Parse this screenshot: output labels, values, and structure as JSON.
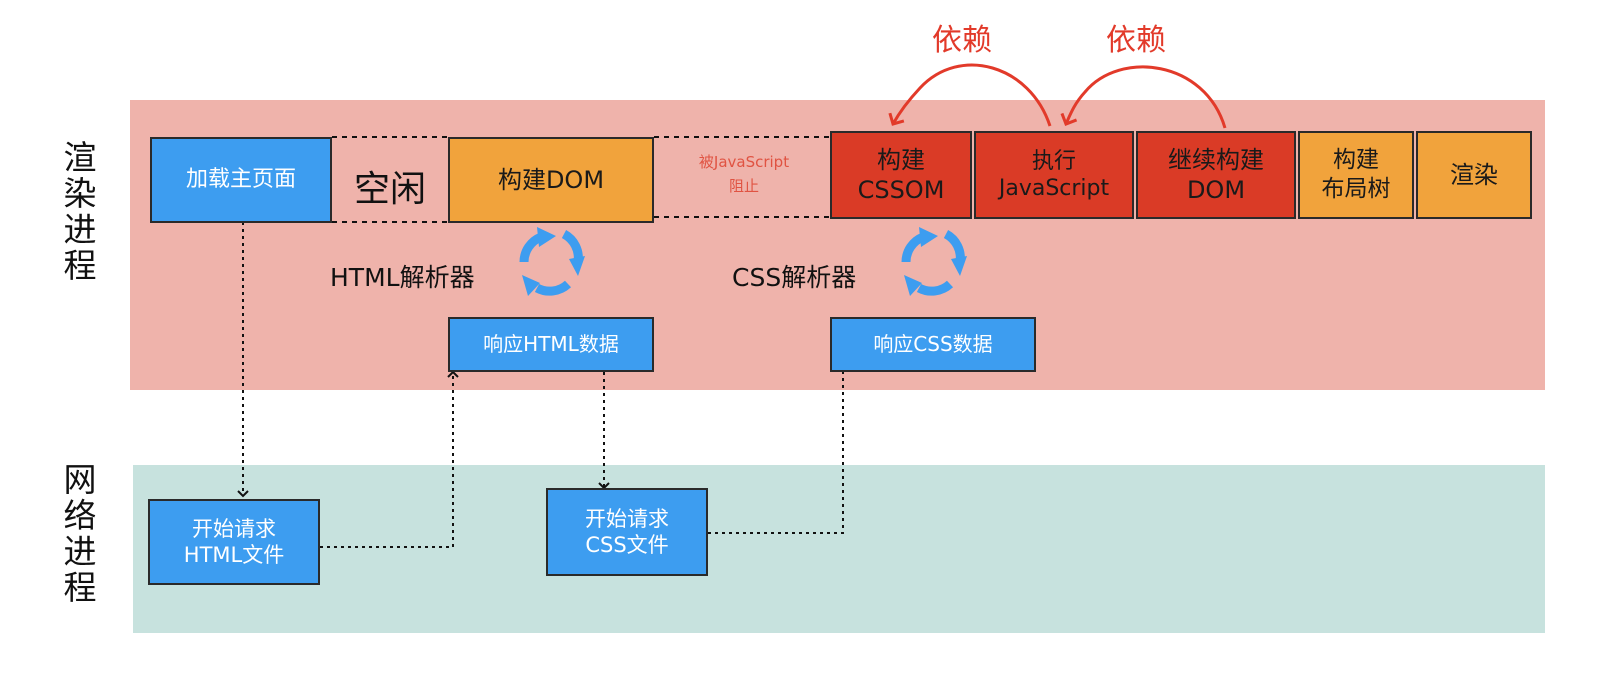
{
  "lanes": {
    "render_process": "渲\n染\n进\n程",
    "network_process": "网\n络\n进\n程"
  },
  "render": {
    "load_main_page": "加载主页面",
    "idle": "空闲",
    "build_dom": "构建DOM",
    "blocked_line1": "被JavaScript",
    "blocked_line2": "阻止",
    "build_cssom_line1": "构建",
    "build_cssom_line2": "CSSOM",
    "exec_js_line1": "执行",
    "exec_js_line2": "JavaScript",
    "continue_dom_line1": "继续构建",
    "continue_dom_line2": "DOM",
    "layout_tree_line1": "构建",
    "layout_tree_line2": "布局树",
    "paint": "渲染",
    "html_parser": "HTML解析器",
    "css_parser": "CSS解析器",
    "respond_html": "响应HTML数据",
    "respond_css": "响应CSS数据",
    "depends_1": "依赖",
    "depends_2": "依赖"
  },
  "network": {
    "request_html_line1": "开始请求",
    "request_html_line2": "HTML文件",
    "request_css_line1": "开始请求",
    "request_css_line2": "CSS文件"
  },
  "colors": {
    "render_lane": "#efb3ab",
    "network_lane": "#c7e2de",
    "blue_box": "#3d9df0",
    "orange_box": "#f1a33c",
    "red_box": "#da3b26",
    "dependency_arrow": "#e23a2a",
    "parser_cycle_icon": "#3d9df0"
  }
}
